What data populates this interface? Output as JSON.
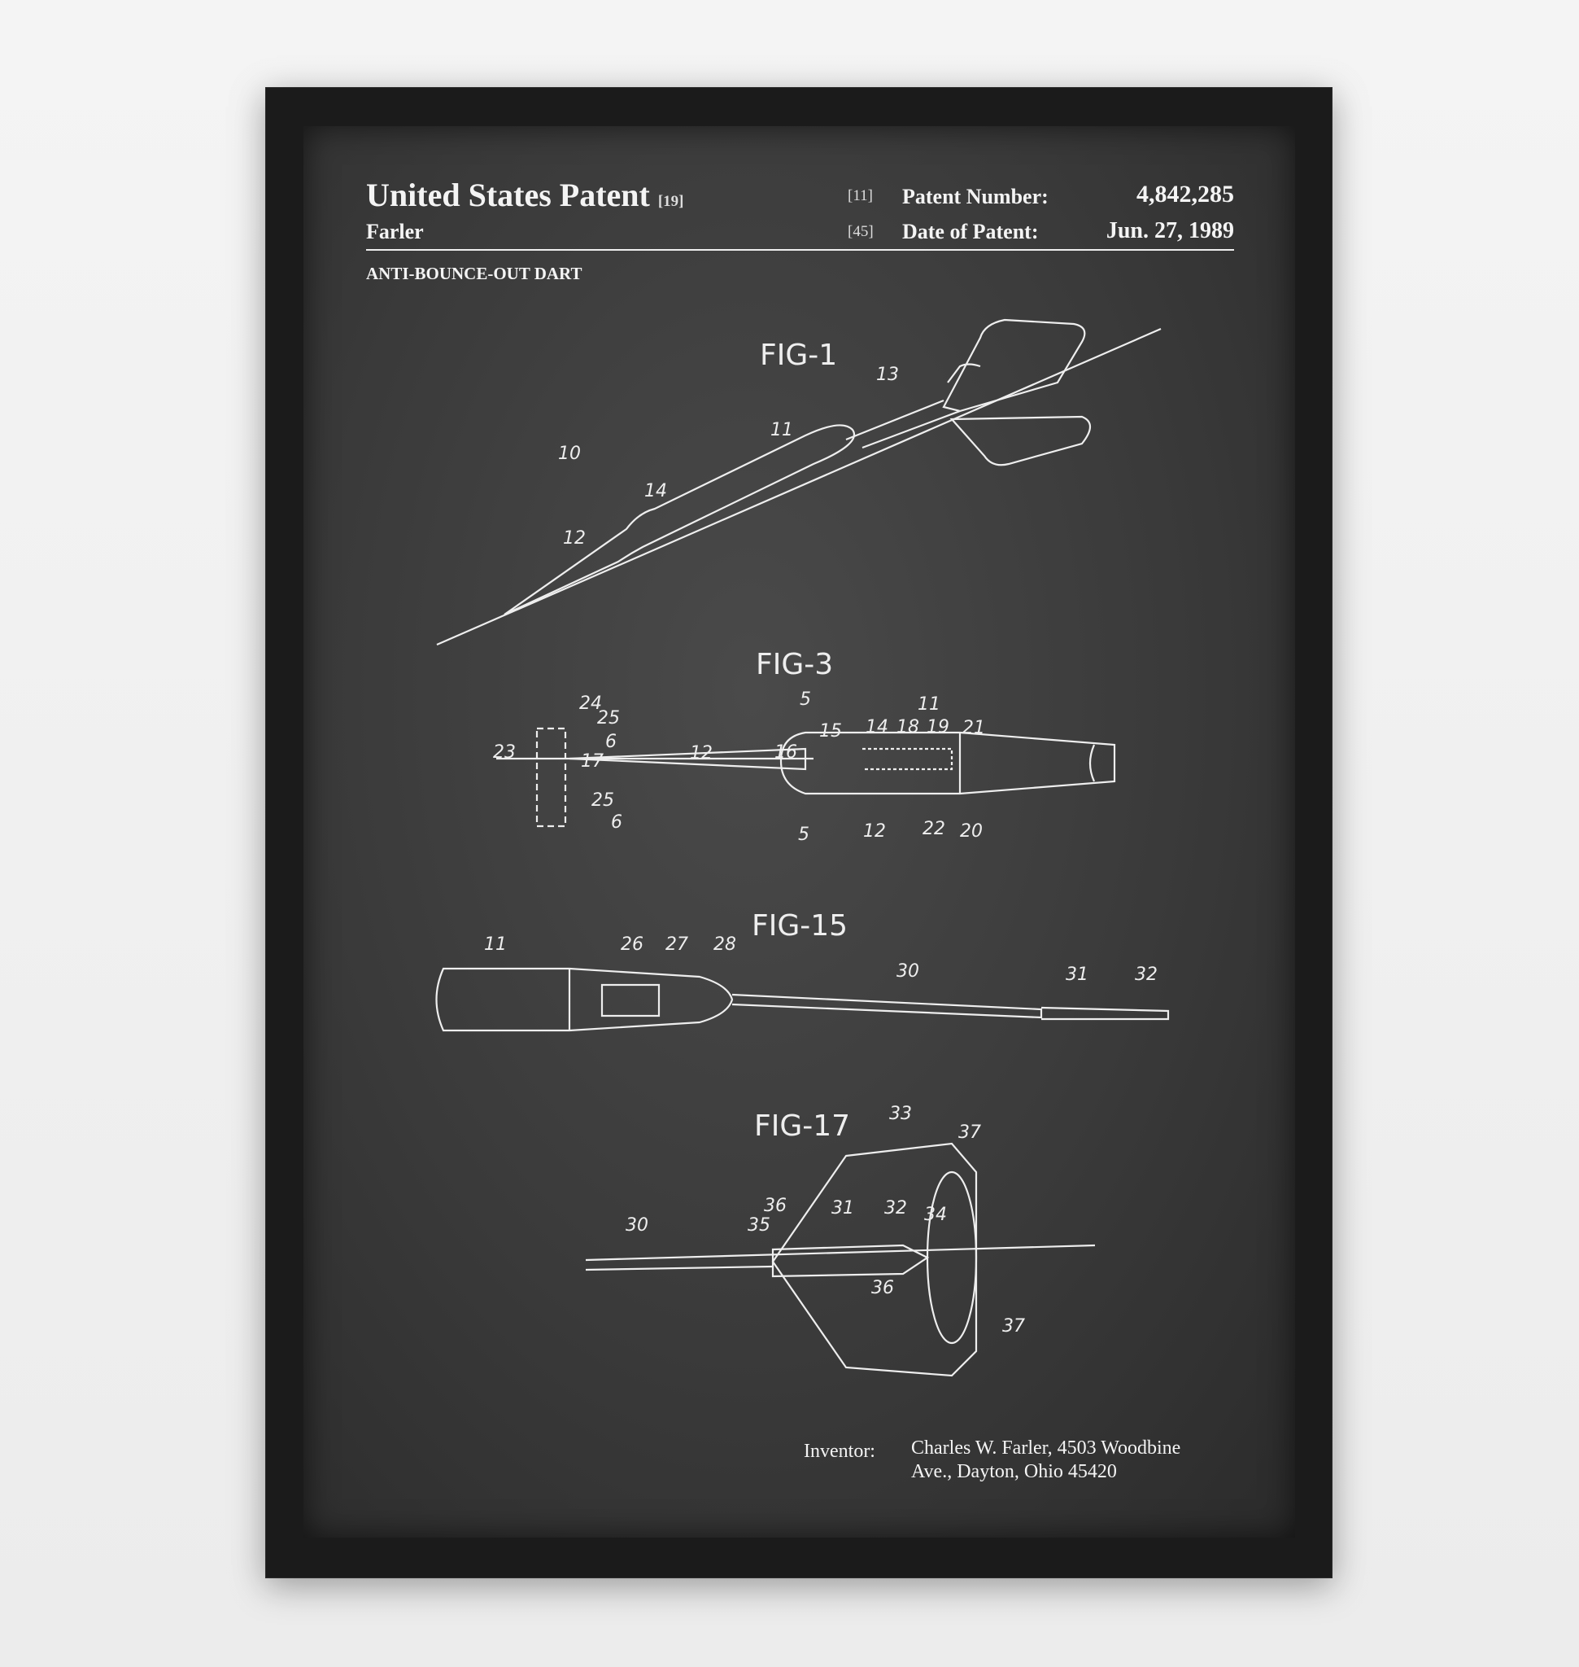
{
  "header": {
    "title": "United States Patent",
    "title_tag": "[19]",
    "inventor_surname": "Farler",
    "number_tag": "[11]",
    "number_label": "Patent Number:",
    "number_value": "4,842,285",
    "date_tag": "[45]",
    "date_label": "Date of Patent:",
    "date_value": "Jun. 27, 1989",
    "invention_title": "ANTI-BOUNCE-OUT DART"
  },
  "figures": [
    {
      "label": "FIG-1",
      "refs": [
        "10",
        "11",
        "12",
        "13",
        "14"
      ]
    },
    {
      "label": "FIG-3",
      "refs": [
        "24",
        "25",
        "23",
        "17",
        "6",
        "12",
        "5",
        "15",
        "14",
        "18",
        "19",
        "11",
        "21",
        "16",
        "25",
        "6",
        "5",
        "12",
        "22",
        "20"
      ]
    },
    {
      "label": "FIG-15",
      "refs": [
        "11",
        "26",
        "27",
        "28",
        "30",
        "31",
        "32"
      ]
    },
    {
      "label": "FIG-17",
      "refs": [
        "33",
        "37",
        "36",
        "35",
        "31",
        "32",
        "34",
        "30",
        "36",
        "37"
      ]
    }
  ],
  "inventor": {
    "label": "Inventor:",
    "line1": "Charles W. Farler, 4503 Woodbine",
    "line2": "Ave., Dayton, Ohio 45420"
  },
  "colors": {
    "chalkboard": "#3a3a3a",
    "frame": "#1b1b1b",
    "ink": "#eeeeee"
  }
}
